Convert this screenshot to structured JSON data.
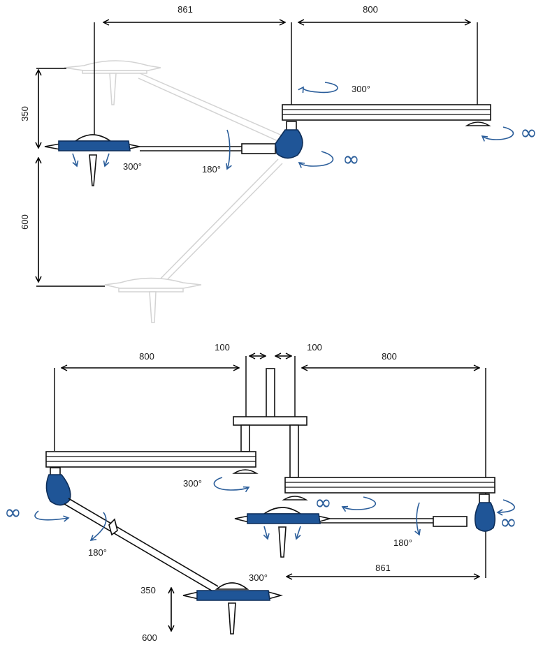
{
  "top_view": {
    "dim_arm_length": "861",
    "dim_rail_length": "800",
    "dim_up": "350",
    "dim_down": "600",
    "angle_rail": "300°",
    "angle_head": "300°",
    "angle_arm": "180°",
    "infinity_joint": "∞",
    "infinity_rail_end": "∞"
  },
  "bottom_view": {
    "dim_left_rail": "800",
    "dim_gap_left": "100",
    "dim_gap_right": "100",
    "dim_right_rail": "800",
    "dim_right_arm": "861",
    "dim_up": "350",
    "dim_down": "600",
    "angle_left_rail": "300°",
    "angle_left_arm": "180°",
    "angle_left_head": "300°",
    "angle_right_arm": "180°",
    "infinity_left_joint": "∞",
    "infinity_right_head": "∞",
    "infinity_right_joint": "∞"
  },
  "colors": {
    "accent_blue": "#1f5597",
    "rotation_arrow": "#2a5d9a",
    "ghost_gray": "#d3d3d3"
  }
}
